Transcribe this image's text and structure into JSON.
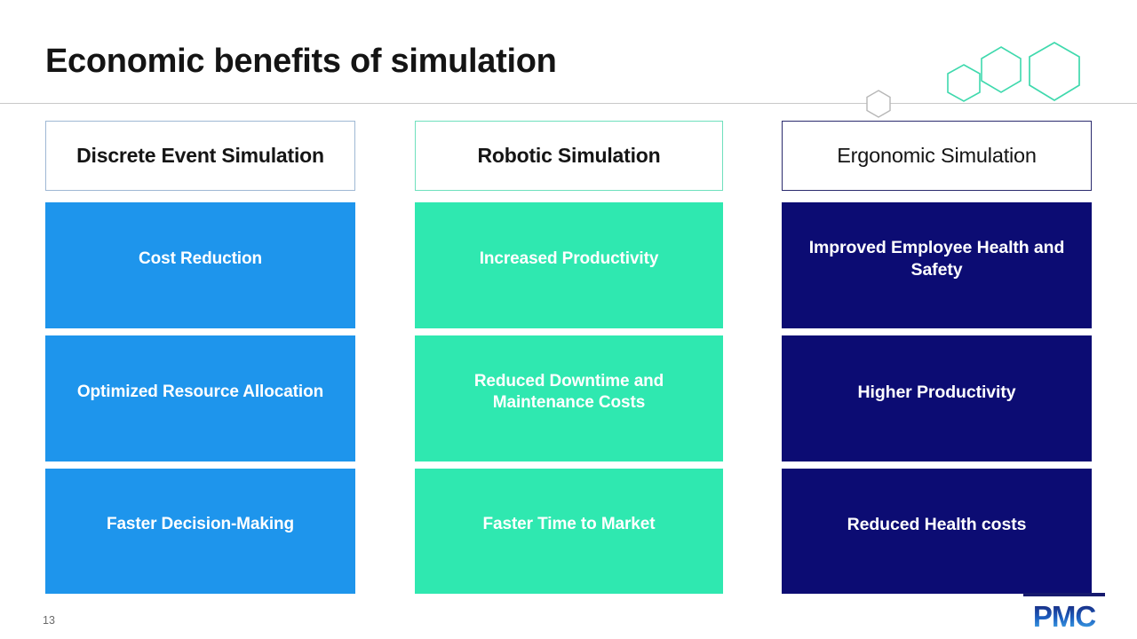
{
  "slide": {
    "title": "Economic benefits of simulation",
    "page_number": "13",
    "logo_text": "PMC"
  },
  "theme": {
    "blue": "#1e95ec",
    "mint": "#2fe8b0",
    "navy": "#0c0c73",
    "header_border_blue": "#9fb8d4",
    "header_border_mint": "#6fe0bd",
    "header_border_navy": "#2b2b6e",
    "divider": "#c9c9c9",
    "hex_accent": "#3fd9ad",
    "hex_gray": "#b6b6b6",
    "title_color": "#141414",
    "cell_text": "#ffffff"
  },
  "columns": [
    {
      "header": "Discrete Event Simulation",
      "color": "#1e95ec",
      "cells": [
        "Cost Reduction",
        "Optimized Resource Allocation",
        "Faster Decision-Making"
      ]
    },
    {
      "header": "Robotic Simulation",
      "color": "#2fe8b0",
      "cells": [
        "Increased Productivity",
        "Reduced Downtime and Maintenance Costs",
        "Faster Time to Market"
      ]
    },
    {
      "header": "Ergonomic Simulation",
      "color": "#0c0c73",
      "cells": [
        "Improved Employee Health and Safety",
        "Higher Productivity",
        "Reduced Health costs"
      ]
    }
  ]
}
